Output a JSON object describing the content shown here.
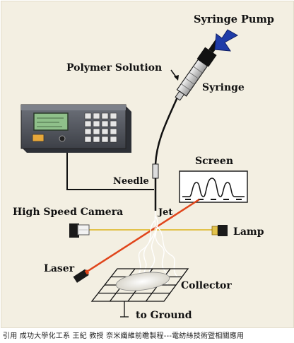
{
  "labels": {
    "syringe_pump": "Syringe Pump",
    "polymer_solution": "Polymer Solution",
    "syringe": "Syringe",
    "screen": "Screen",
    "needle": "Needle",
    "high_speed_camera": "High Speed Camera",
    "jet": "Jet",
    "lamp": "Lamp",
    "laser": "Laser",
    "collector": "Collector",
    "to_ground": "to Ground"
  },
  "caption": "引用 成功大學化工系 王紀 教授 奈米纖維前瞻製程---電紡絲技術暨相關應用",
  "colors": {
    "background": "#f3efe2",
    "laser_beam": "#e0451b",
    "lamp_beam": "#e2c24a",
    "pump_arrow": "#1f3ca8",
    "power_supply_body": "#595d66",
    "lcd": "#8fc08a"
  }
}
